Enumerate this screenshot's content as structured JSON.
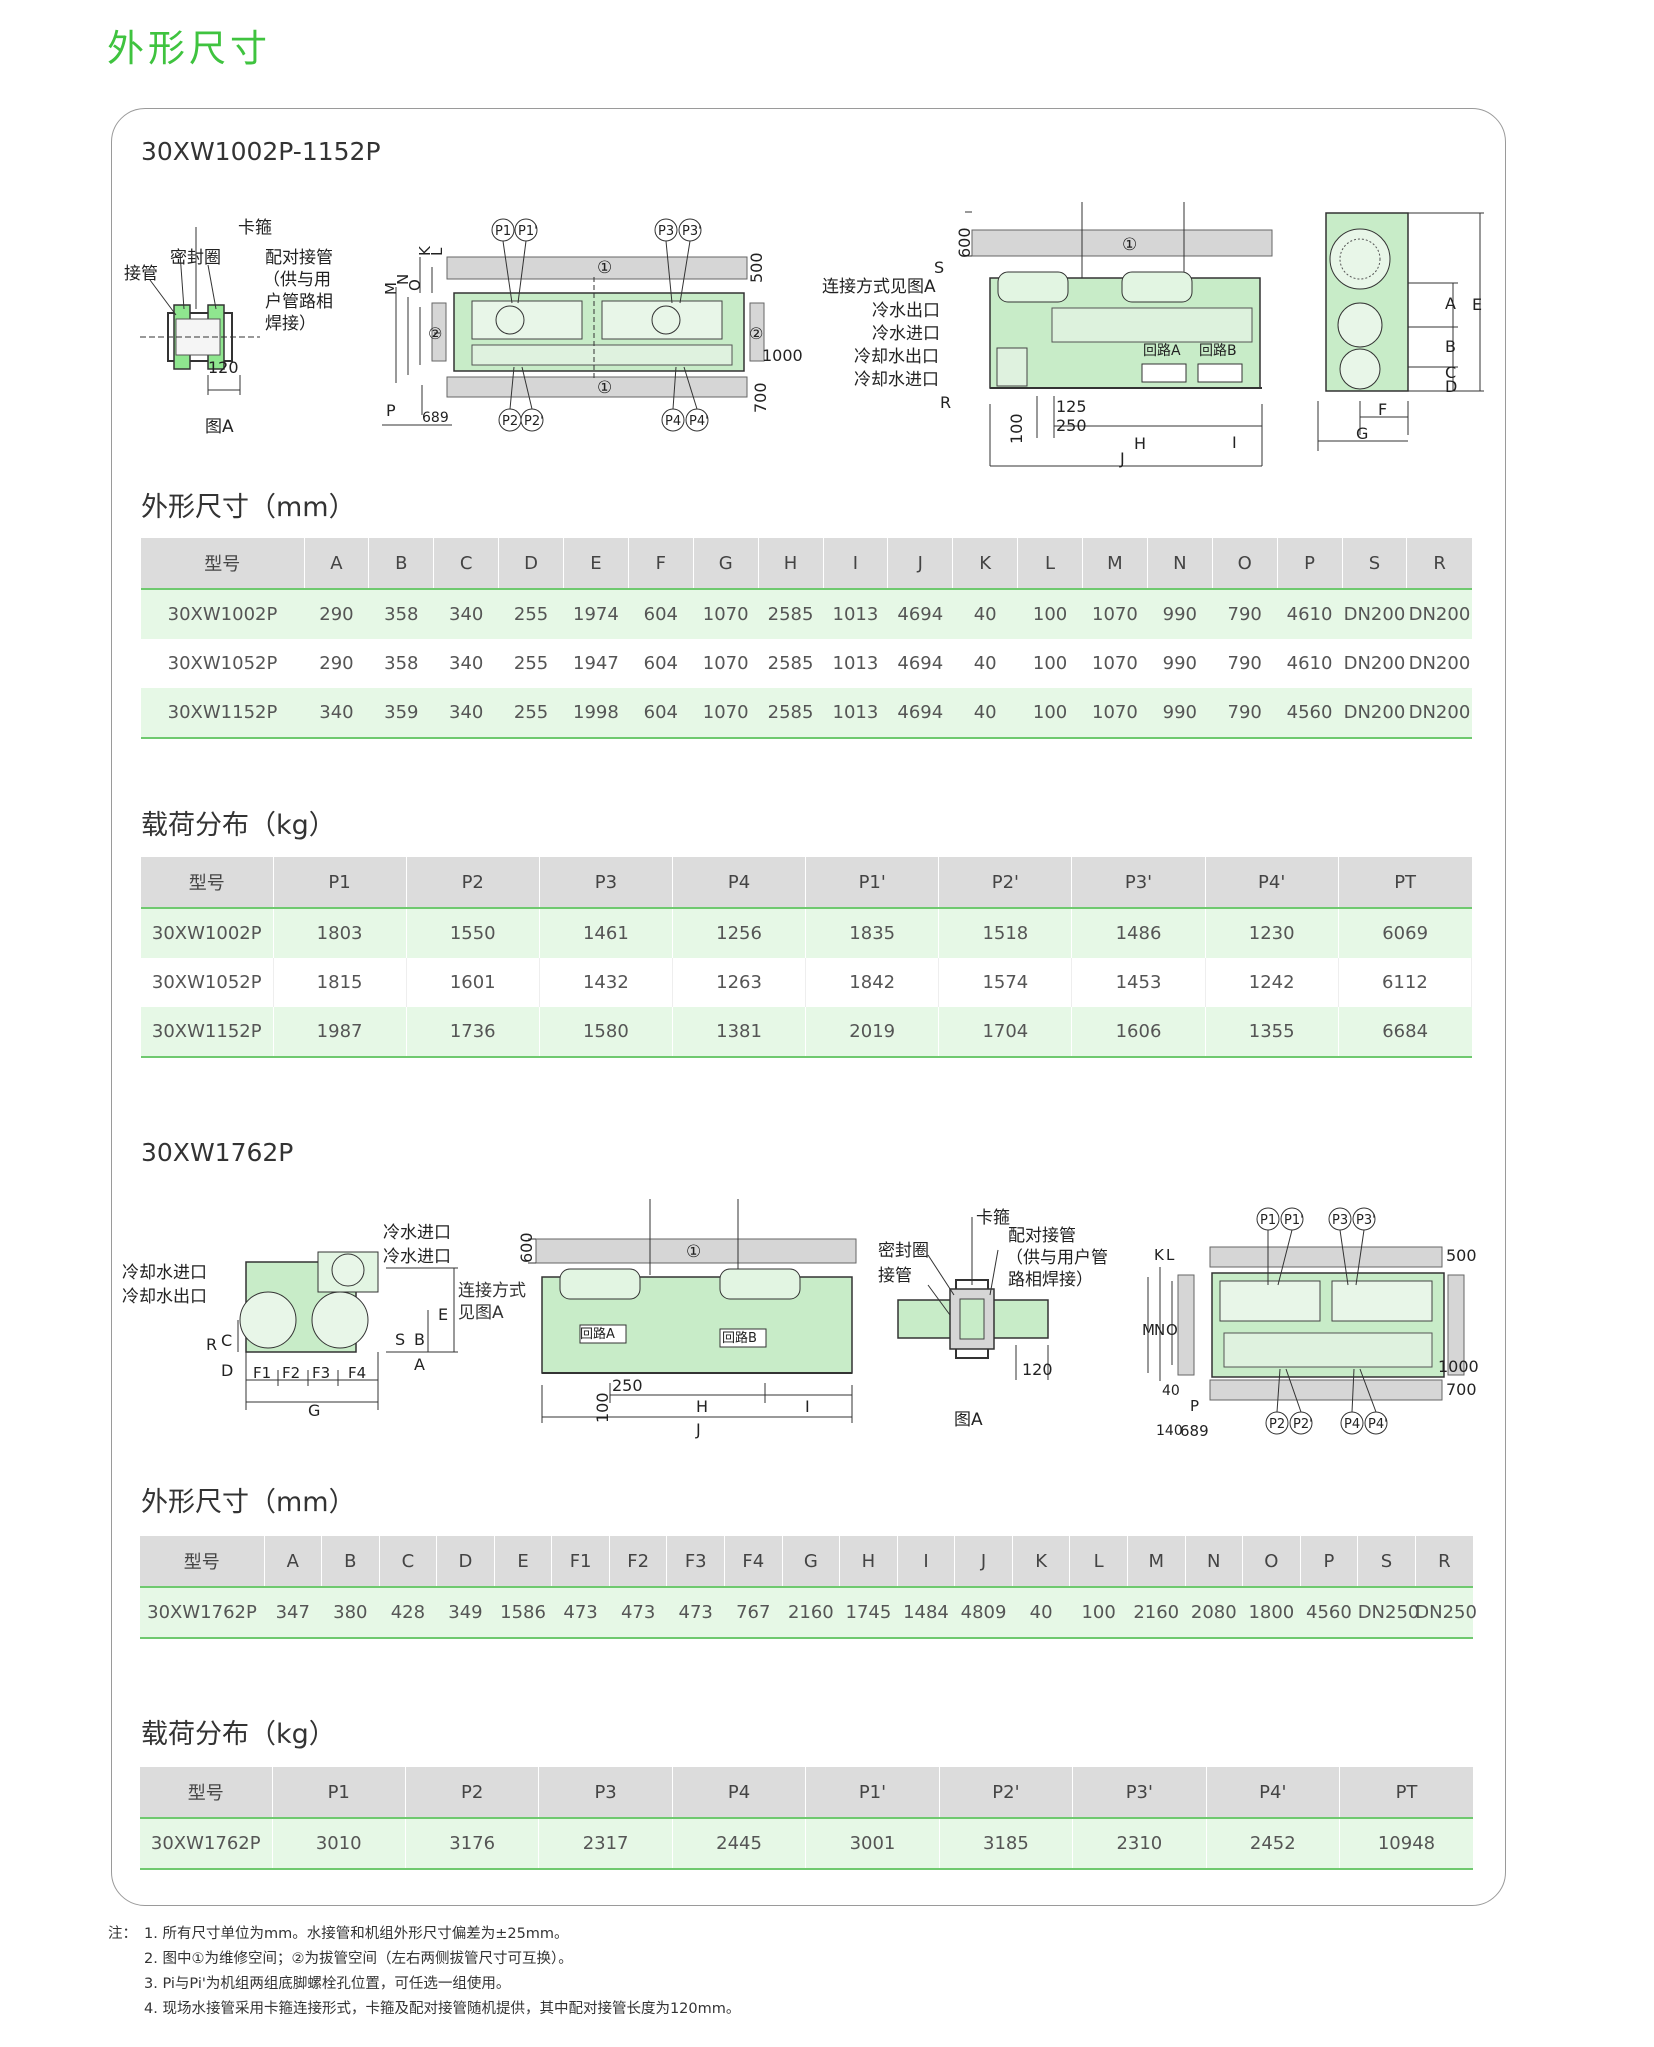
{
  "page_title": "外形尺寸",
  "section1": {
    "model_range": "30XW1002P-1152P",
    "drawing": {
      "figA_caption": "图A",
      "figA_labels": {
        "kaban": "卡箍",
        "seal": "密封圈",
        "pipe": "接管",
        "mate_pipe": "配对接管",
        "mate_note1": "（供与用",
        "mate_note2": "户管路相",
        "mate_note3": "焊接）",
        "len120": "120"
      },
      "plan_labels": {
        "p1": "P1",
        "p1p": "P1'",
        "p2": "P2",
        "p2p": "P2'",
        "p3": "P3",
        "p3p": "P3'",
        "p4": "P4",
        "p4p": "P4'",
        "c1": "①",
        "c2": "②",
        "d500": "500",
        "d1000": "1000",
        "d700": "700",
        "d689": "689",
        "K": "K",
        "L": "L",
        "M": "M",
        "N": "N",
        "O": "O",
        "P": "P"
      },
      "side_labels": {
        "S": "S",
        "conn": "连接方式见图A",
        "chw_out": "冷水出口",
        "chw_in": "冷水进口",
        "cdw_out": "冷却水出口",
        "cdw_in": "冷却水进口",
        "R": "R",
        "d600": "600",
        "d100": "100",
        "d125": "125",
        "d250": "250",
        "H": "H",
        "I": "I",
        "J": "J",
        "c1": "①",
        "circuitA": "回路A",
        "circuitB": "回路B"
      },
      "end_labels": {
        "A": "A",
        "B": "B",
        "C": "C",
        "D": "D",
        "E": "E",
        "F": "F",
        "G": "G"
      }
    },
    "dim_heading": "外形尺寸（mm）",
    "dim_table": {
      "headers": [
        "型号",
        "A",
        "B",
        "C",
        "D",
        "E",
        "F",
        "G",
        "H",
        "I",
        "J",
        "K",
        "L",
        "M",
        "N",
        "O",
        "P",
        "S",
        "R"
      ],
      "rows": [
        [
          "30XW1002P",
          "290",
          "358",
          "340",
          "255",
          "1974",
          "604",
          "1070",
          "2585",
          "1013",
          "4694",
          "40",
          "100",
          "1070",
          "990",
          "790",
          "4610",
          "DN200",
          "DN200"
        ],
        [
          "30XW1052P",
          "290",
          "358",
          "340",
          "255",
          "1947",
          "604",
          "1070",
          "2585",
          "1013",
          "4694",
          "40",
          "100",
          "1070",
          "990",
          "790",
          "4610",
          "DN200",
          "DN200"
        ],
        [
          "30XW1152P",
          "340",
          "359",
          "340",
          "255",
          "1998",
          "604",
          "1070",
          "2585",
          "1013",
          "4694",
          "40",
          "100",
          "1070",
          "990",
          "790",
          "4560",
          "DN200",
          "DN200"
        ]
      ]
    },
    "load_heading": "载荷分布（kg）",
    "load_table": {
      "headers": [
        "型号",
        "P1",
        "P2",
        "P3",
        "P4",
        "P1'",
        "P2'",
        "P3'",
        "P4'",
        "PT"
      ],
      "rows": [
        [
          "30XW1002P",
          "1803",
          "1550",
          "1461",
          "1256",
          "1835",
          "1518",
          "1486",
          "1230",
          "6069"
        ],
        [
          "30XW1052P",
          "1815",
          "1601",
          "1432",
          "1263",
          "1842",
          "1574",
          "1453",
          "1242",
          "6112"
        ],
        [
          "30XW1152P",
          "1987",
          "1736",
          "1580",
          "1381",
          "2019",
          "1704",
          "1606",
          "1355",
          "6684"
        ]
      ]
    }
  },
  "section2": {
    "model_range": "30XW1762P",
    "drawing": {
      "end_labels": {
        "cdw_in": "冷却水进口",
        "cdw_out": "冷却水出口",
        "chw_in": "冷水进口",
        "chw_out": "冷水进口",
        "conn1": "连接方式",
        "conn2": "见图A",
        "R": "R",
        "D": "D",
        "C": "C",
        "S": "S",
        "B": "B",
        "A": "A",
        "E": "E",
        "F1": "F1",
        "F2": "F2",
        "F3": "F3",
        "F4": "F4",
        "G": "G"
      },
      "side_labels": {
        "d600": "600",
        "d100": "100",
        "d250": "250",
        "H": "H",
        "I": "I",
        "J": "J",
        "c1": "①",
        "circuitA": "回路A",
        "circuitB": "回路B"
      },
      "figA_labels": {
        "kaban": "卡箍",
        "seal": "密封圈",
        "pipe": "接管",
        "mate_pipe": "配对接管",
        "mate_note1": "（供与用户管",
        "mate_note2": "路相焊接）",
        "len120": "120",
        "caption": "图A"
      },
      "plan_labels": {
        "p1": "P1",
        "p1p": "P1'",
        "p2": "P2",
        "p2p": "P2'",
        "p3": "P3",
        "p3p": "P3'",
        "p4": "P4",
        "p4p": "P4'",
        "d500": "500",
        "d1000": "1000",
        "d700": "700",
        "d689": "689",
        "d40": "40",
        "d140": "140",
        "K": "K",
        "L": "L",
        "M": "M",
        "N": "N",
        "O": "O",
        "P": "P"
      }
    },
    "dim_heading": "外形尺寸（mm）",
    "dim_table": {
      "headers": [
        "型号",
        "A",
        "B",
        "C",
        "D",
        "E",
        "F1",
        "F2",
        "F3",
        "F4",
        "G",
        "H",
        "I",
        "J",
        "K",
        "L",
        "M",
        "N",
        "O",
        "P",
        "S",
        "R"
      ],
      "rows": [
        [
          "30XW1762P",
          "347",
          "380",
          "428",
          "349",
          "1586",
          "473",
          "473",
          "473",
          "767",
          "2160",
          "1745",
          "1484",
          "4809",
          "40",
          "100",
          "2160",
          "2080",
          "1800",
          "4560",
          "DN250",
          "DN250"
        ]
      ]
    },
    "load_heading": "载荷分布（kg）",
    "load_table": {
      "headers": [
        "型号",
        "P1",
        "P2",
        "P3",
        "P4",
        "P1'",
        "P2'",
        "P3'",
        "P4'",
        "PT"
      ],
      "rows": [
        [
          "30XW1762P",
          "3010",
          "3176",
          "2317",
          "2445",
          "3001",
          "3185",
          "2310",
          "2452",
          "10948"
        ]
      ]
    }
  },
  "notes": {
    "prefix": "注：",
    "lines": [
      "1. 所有尺寸单位为mm。水接管和机组外形尺寸偏差为±25mm。",
      "2. 图中①为维修空间；②为拔管空间（左右两侧拔管尺寸可互换）。",
      "3. Pi与Pi'为机组两组底脚螺栓孔位置，可任选一组使用。",
      "4. 现场水接管采用卡箍连接形式，卡箍及配对接管随机提供，其中配对接管长度为120mm。"
    ]
  },
  "colors": {
    "brand_green": "#3fc33f",
    "row_green": "#e6f8e6",
    "header_gray": "#dcdcdc",
    "unit_green": "#c8ecc8"
  }
}
